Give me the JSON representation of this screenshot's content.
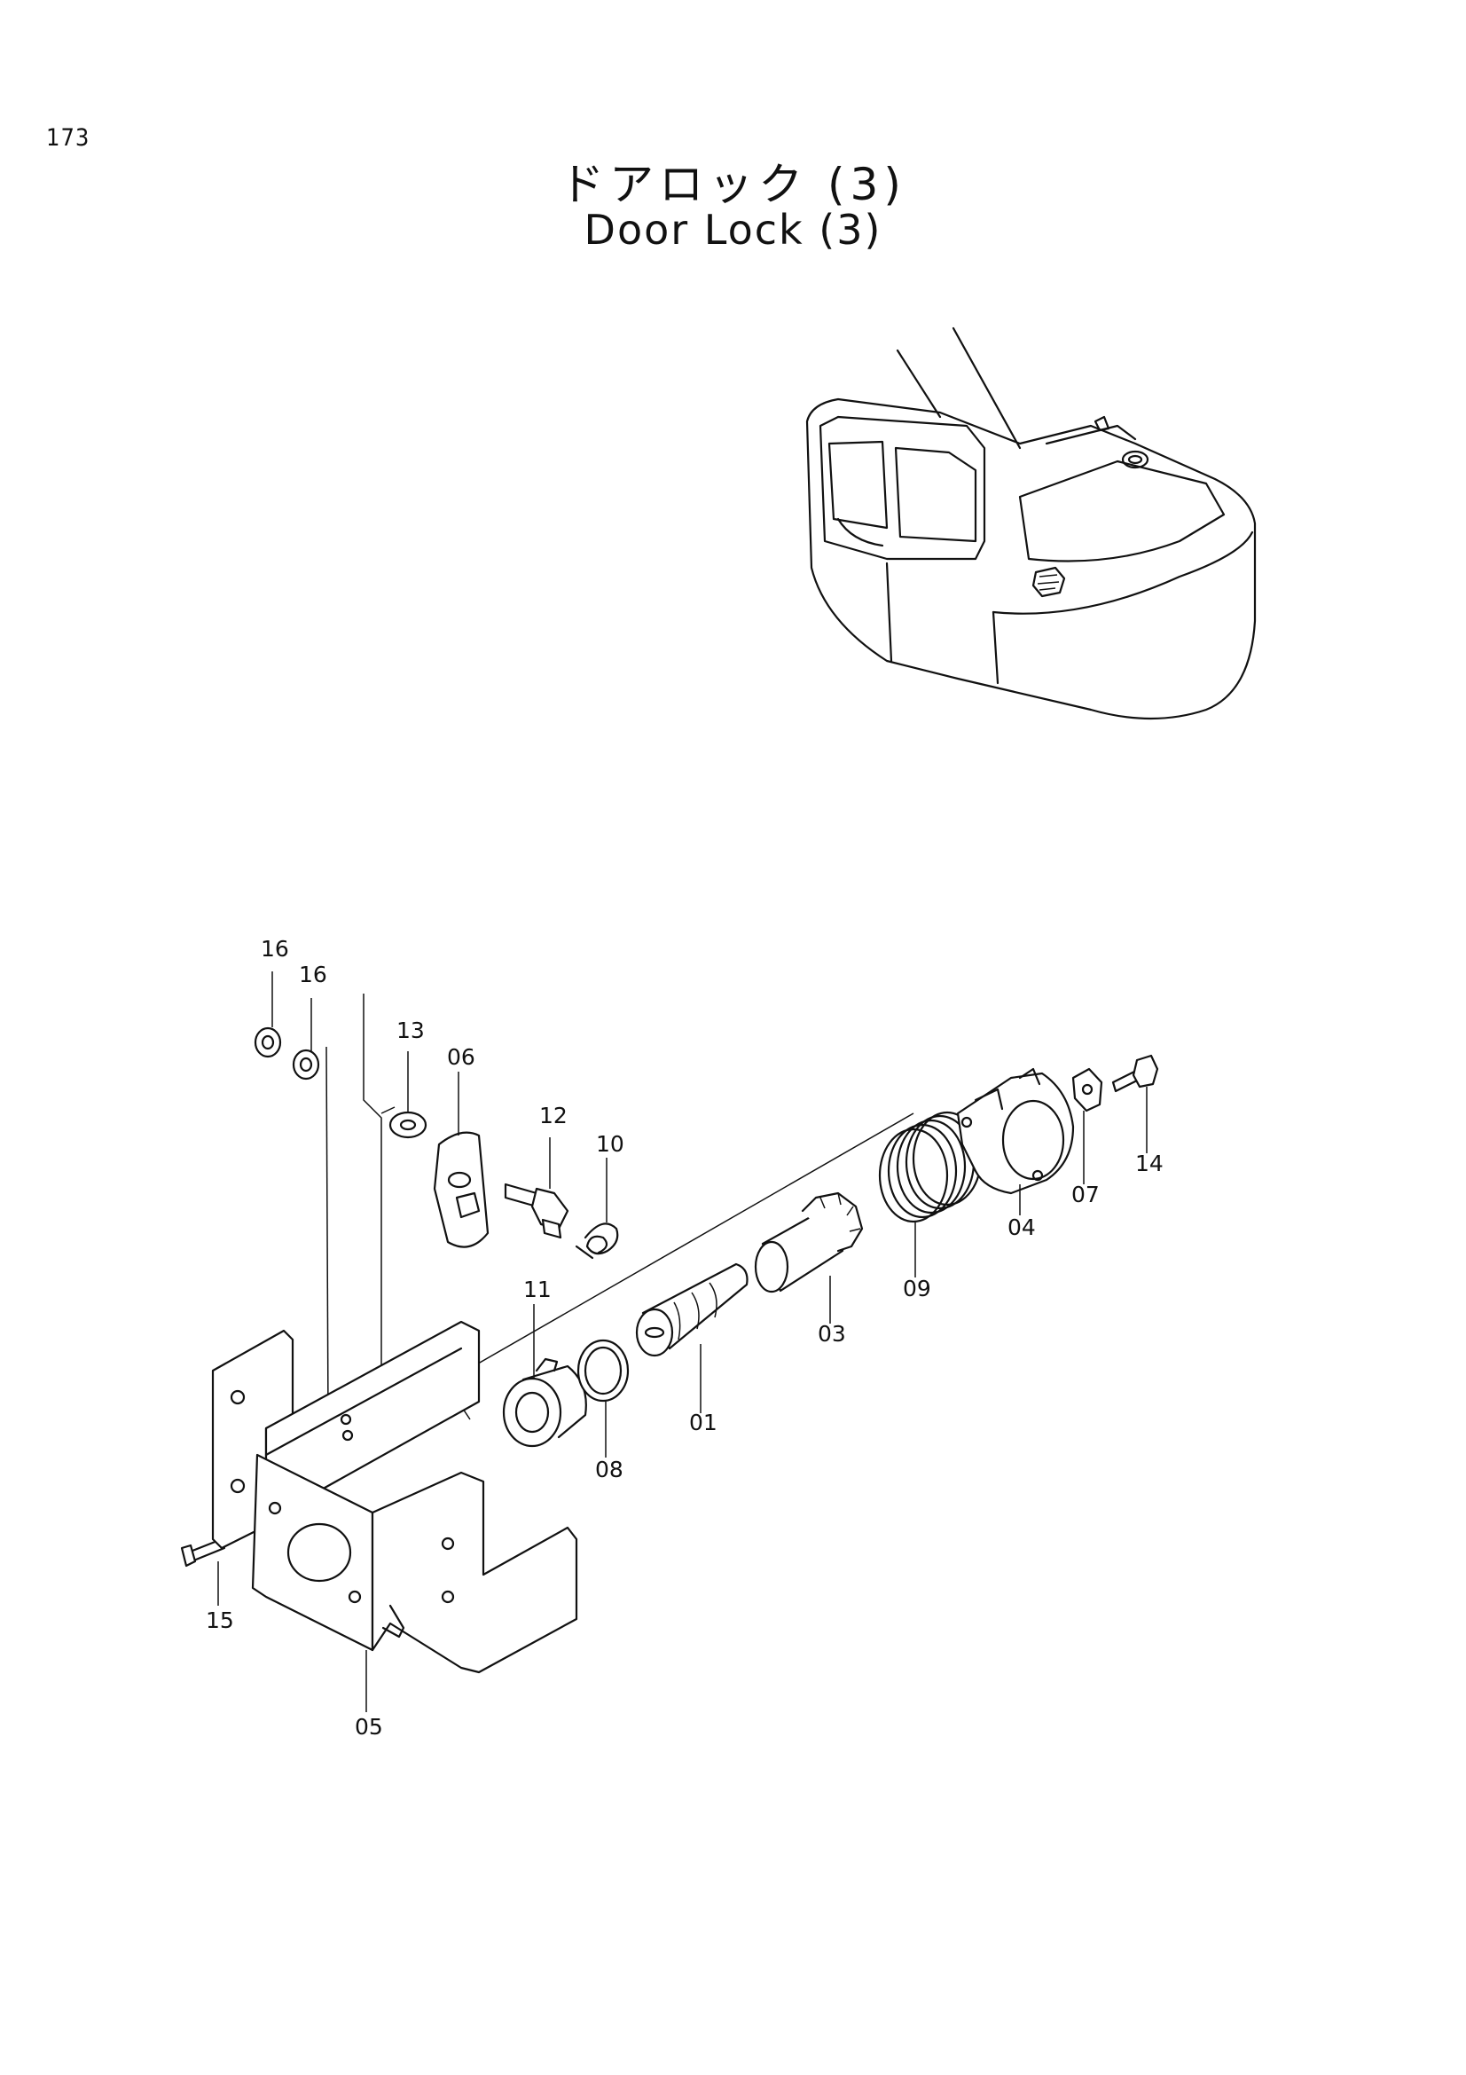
{
  "page": {
    "number": "173"
  },
  "title": {
    "japanese": "ドアロック (3)",
    "english": "Door Lock (3)"
  },
  "callouts": [
    "16",
    "16",
    "13",
    "06",
    "12",
    "10",
    "11",
    "01",
    "08",
    "03",
    "09",
    "04",
    "07",
    "14",
    "15",
    "05"
  ]
}
